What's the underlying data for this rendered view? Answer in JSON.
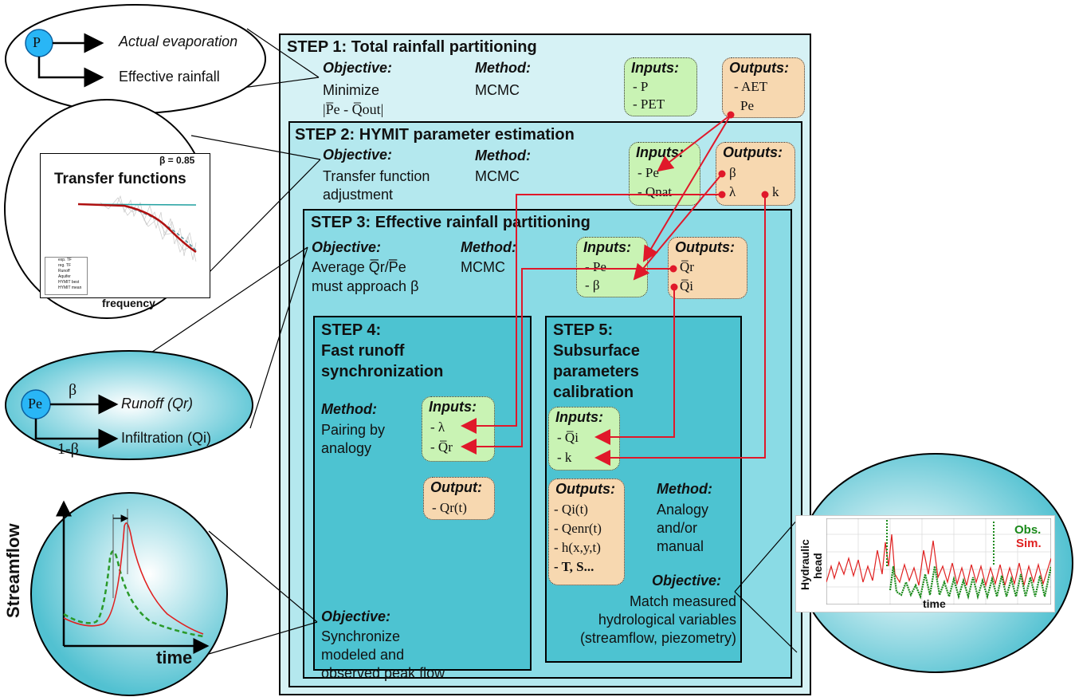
{
  "step1": {
    "title": "STEP 1: Total rainfall partitioning",
    "objective_label": "Objective:",
    "objective_line1": "Minimize",
    "objective_line2": "|P̅e - Q̅out|",
    "method_label": "Method:",
    "method_value": "MCMC",
    "inputs_label": "Inputs:",
    "inputs": [
      "- P",
      "- PET"
    ],
    "outputs_label": "Outputs:",
    "outputs": [
      "- AET",
      "Pe"
    ]
  },
  "step2": {
    "title": "STEP 2: HYMIT parameter estimation",
    "objective_label": "Objective:",
    "objective_line1": "Transfer function",
    "objective_line2": "adjustment",
    "method_label": "Method:",
    "method_value": "MCMC",
    "inputs_label": "Inputs:",
    "inputs": [
      "- Pe",
      "- Qnat"
    ],
    "outputs_label": "Outputs:",
    "outputs": [
      "β",
      "λ",
      "k"
    ]
  },
  "step3": {
    "title": "STEP 3: Effective rainfall partitioning",
    "objective_label": "Objective:",
    "objective_line1": "Average Q̅r/P̅e",
    "objective_line2": "must approach β",
    "method_label": "Method:",
    "method_value": "MCMC",
    "inputs_label": "Inputs:",
    "inputs": [
      "- Pe",
      "- β"
    ],
    "outputs_label": "Outputs:",
    "outputs": [
      "Q̅r",
      "Q̅i"
    ]
  },
  "step4": {
    "title_line1": "STEP 4:",
    "title_line2": "Fast runoff",
    "title_line3": "synchronization",
    "method_label": "Method:",
    "method_line1": "Pairing by",
    "method_line2": "analogy",
    "inputs_label": "Inputs:",
    "inputs": [
      "- λ",
      "- Q̅r"
    ],
    "output_label": "Output:",
    "output": "- Qr(t)",
    "objective_label": "Objective:",
    "objective_lines": [
      "Synchronize",
      "modeled and",
      "observed peak flow"
    ]
  },
  "step5": {
    "title_line1": "STEP 5:",
    "title_line2": "Subsurface",
    "title_line3": "parameters",
    "title_line4": "calibration",
    "inputs_label": "Inputs:",
    "inputs": [
      "- Q̅i",
      "- k"
    ],
    "outputs_label": "Outputs:",
    "outputs": [
      "- Qi(t)",
      "- Qenr(t)",
      "- h(x,y,t)",
      "- T, S..."
    ],
    "method_label": "Method:",
    "method_lines": [
      "Analogy",
      "and/or",
      "manual"
    ],
    "objective_label": "Objective:",
    "objective_lines": [
      "Match measured",
      "hydrological variables",
      "(streamflow, piezometry)"
    ]
  },
  "callout_p": {
    "node": "P",
    "branch1": "Actual evaporation",
    "branch2": "Effective rainfall",
    "node_color": "#29b6f6"
  },
  "callout_tf": {
    "beta": "β = 0.85",
    "title": "Transfer functions",
    "xlabel": "frequency",
    "legend": [
      "exp. TF",
      "reg. TF",
      "Runoff",
      "Aquifer",
      "HYMIT best",
      "HYMIT mean"
    ]
  },
  "callout_pe": {
    "node": "Pe",
    "beta": "β",
    "one_minus_beta": "1-β",
    "branch1": "Runoff (Qr)",
    "branch2": "Infiltration (Qi)"
  },
  "callout_streamflow": {
    "ylabel": "Streamflow",
    "xlabel": "time"
  },
  "callout_head": {
    "ylabel_line1": "Hydraulic",
    "ylabel_line2": "head",
    "xlabel": "time",
    "obs": "Obs.",
    "sim": "Sim.",
    "obs_color": "#1a8a1a",
    "sim_color": "#e02020"
  },
  "colors": {
    "step1_bg": "#d6f2f5",
    "step2_bg": "#b4e8ee",
    "step3_bg": "#8adbe5",
    "step45_bg": "#4dc3d1",
    "arrow": "#e0182a"
  }
}
